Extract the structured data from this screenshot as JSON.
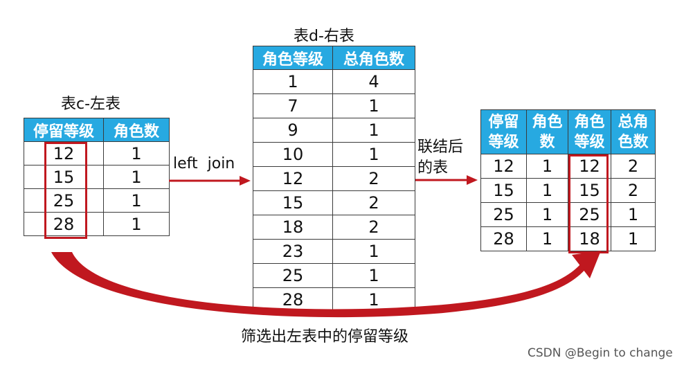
{
  "table_c": {
    "title": "表c-左表",
    "headers": [
      "停留等级",
      "角色数"
    ],
    "rows": [
      [
        "12",
        "1"
      ],
      [
        "15",
        "1"
      ],
      [
        "25",
        "1"
      ],
      [
        "28",
        "1"
      ]
    ]
  },
  "table_d": {
    "title": "表d-右表",
    "headers": [
      "角色等级",
      "总角色数"
    ],
    "rows": [
      [
        "1",
        "4"
      ],
      [
        "7",
        "1"
      ],
      [
        "9",
        "1"
      ],
      [
        "10",
        "1"
      ],
      [
        "12",
        "2"
      ],
      [
        "15",
        "2"
      ],
      [
        "18",
        "2"
      ],
      [
        "23",
        "1"
      ],
      [
        "25",
        "1"
      ],
      [
        "28",
        "1"
      ]
    ]
  },
  "table_result": {
    "headers": [
      "停留\n等级",
      "角色\n数",
      "角色\n等级",
      "总角\n色数"
    ],
    "rows": [
      [
        "12",
        "1",
        "12",
        "2"
      ],
      [
        "15",
        "1",
        "15",
        "2"
      ],
      [
        "25",
        "1",
        "25",
        "1"
      ],
      [
        "28",
        "1",
        "18",
        "1"
      ]
    ]
  },
  "labels": {
    "left_join": "left  join",
    "joined_line1": "联结后",
    "joined_line2": "的表",
    "bottom_caption": "筛选出左表中的停留等级"
  },
  "watermark": "CSDN @Begin to change",
  "colors": {
    "header_bg": "#27a9e1",
    "highlight": "#c0181f",
    "arrow": "#c0181f"
  }
}
